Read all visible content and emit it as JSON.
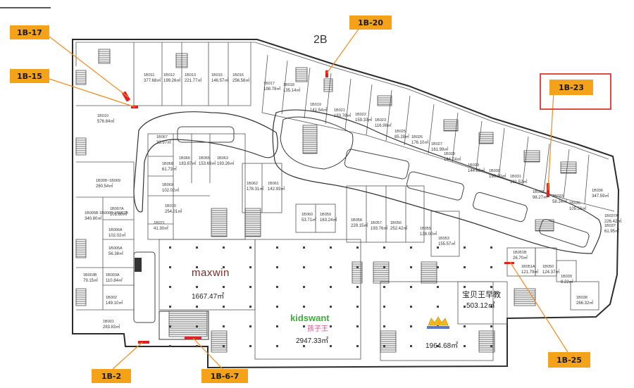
{
  "map": {
    "zone_label": "2B",
    "anchors": [
      {
        "name": "maxwin",
        "area": "1667.47㎡"
      },
      {
        "name": "kidswant",
        "sub": "孩子王",
        "area": "2947.33㎡"
      },
      {
        "name": "宝贝王早教",
        "area": "503.12㎡"
      },
      {
        "name": "1964.68㎡"
      }
    ],
    "units": [
      {
        "id": "1B011",
        "area": "377.68㎡"
      },
      {
        "id": "1B012",
        "area": "199.26㎡"
      },
      {
        "id": "1B013",
        "area": "221.77㎡"
      },
      {
        "id": "1B015",
        "area": "146.57㎡"
      },
      {
        "id": "1B016",
        "area": "256.58㎡"
      },
      {
        "id": "1B017",
        "area": "198.78㎡"
      },
      {
        "id": "1B018",
        "area": "135.14㎡"
      },
      {
        "id": "1B019",
        "area": "141.54㎡"
      },
      {
        "id": "1B021",
        "area": "183.78㎡"
      },
      {
        "id": "1B022",
        "area": "159.33㎡"
      },
      {
        "id": "1B023",
        "area": "116.98㎡"
      },
      {
        "id": "1B025",
        "area": "85.28㎡"
      },
      {
        "id": "1B026",
        "area": "176.10㎡"
      },
      {
        "id": "1B027",
        "area": "161.99㎡"
      },
      {
        "id": "1B028",
        "area": "144.74㎡"
      },
      {
        "id": "1B029",
        "area": "144.66㎡"
      },
      {
        "id": "1B030",
        "area": "196.20㎡"
      },
      {
        "id": "1B031",
        "area": "191.52㎡"
      },
      {
        "id": "1B032",
        "area": "98.27㎡"
      },
      {
        "id": "1B033",
        "area": "58.24㎡"
      },
      {
        "id": "1B035",
        "area": "105.56㎡"
      },
      {
        "id": "1B036",
        "area": "347.59㎡"
      },
      {
        "id": "1B037A",
        "area": "226.42㎡"
      },
      {
        "id": "1B037",
        "area": "61.95㎡"
      },
      {
        "id": "1B010",
        "area": "576.84㎡"
      },
      {
        "id": "1B008~1B009",
        "area": "260.54㎡"
      },
      {
        "id": "1B007A",
        "area": "101.60㎡"
      },
      {
        "id": "1B005B 1B006B 1B007B",
        "area": "340.80㎡"
      },
      {
        "id": "1B006A",
        "area": "102.02㎡"
      },
      {
        "id": "1B005A",
        "area": "56.38㎡"
      },
      {
        "id": "1B003B",
        "area": "79.15㎡"
      },
      {
        "id": "1B003A",
        "area": "110.84㎡"
      },
      {
        "id": "1B002",
        "area": "149.10㎡"
      },
      {
        "id": "1B001",
        "area": "283.83㎡"
      },
      {
        "id": "1B067",
        "area": "33.97㎡"
      },
      {
        "id": "1B066",
        "area": "183.87㎡"
      },
      {
        "id": "1B065",
        "area": "153.69㎡"
      },
      {
        "id": "1B063",
        "area": "193.26㎡"
      },
      {
        "id": "1B068",
        "area": "61.73㎡"
      },
      {
        "id": "1B069",
        "area": "102.02㎡"
      },
      {
        "id": "1B070",
        "area": "254.01㎡"
      },
      {
        "id": "1B071",
        "area": "41.30㎡"
      },
      {
        "id": "1B062",
        "area": "178.31㎡"
      },
      {
        "id": "1B061",
        "area": "142.93㎡"
      },
      {
        "id": "1B060",
        "area": "53.71㎡"
      },
      {
        "id": "1B059",
        "area": "163.24㎡"
      },
      {
        "id": "1B058",
        "area": "229.15㎡"
      },
      {
        "id": "1B057",
        "area": "193.76㎡"
      },
      {
        "id": "1B056",
        "area": "252.42㎡"
      },
      {
        "id": "1B055",
        "area": "138.00㎡"
      },
      {
        "id": "1B053",
        "area": "155.57㎡"
      },
      {
        "id": "1B051A",
        "area": "121.79㎡"
      },
      {
        "id": "1B050",
        "area": "124.37㎡"
      },
      {
        "id": "1B039",
        "area": "8.22㎡"
      },
      {
        "id": "1B038",
        "area": "266.32㎡"
      },
      {
        "id": "1B051B",
        "area": "26.70㎡"
      }
    ],
    "callouts": [
      {
        "label": "1B-17"
      },
      {
        "label": "1B-15"
      },
      {
        "label": "1B-20"
      },
      {
        "label": "1B-23",
        "highlighted": true
      },
      {
        "label": "1B-2"
      },
      {
        "label": "1B-6-7"
      },
      {
        "label": "1B-25"
      }
    ],
    "colors": {
      "callout_fill": "#f5a21b",
      "callout_line": "#f08a1c",
      "highlight_frame": "#e04848",
      "wall": "#2b2b2b",
      "marker": "#e02020"
    }
  }
}
